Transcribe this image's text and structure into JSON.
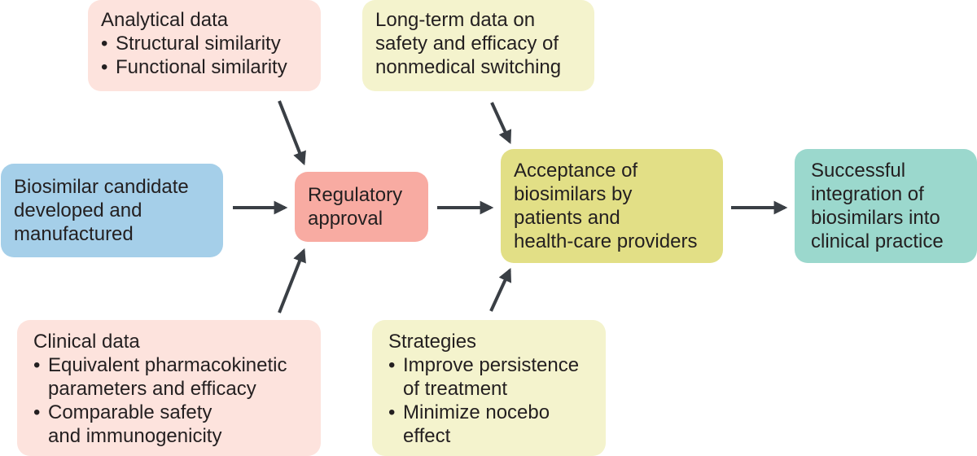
{
  "analytical": {
    "title": "Analytical data",
    "bullets": [
      "Structural similarity",
      "Functional similarity"
    ]
  },
  "longterm": {
    "lines": [
      "Long-term data on",
      "safety and efficacy of",
      "nonmedical switching"
    ]
  },
  "biosimilar": {
    "lines": [
      "Biosimilar candidate",
      "developed and",
      "manufactured"
    ]
  },
  "regulatory": {
    "lines": [
      "Regulatory",
      "approval"
    ]
  },
  "acceptance": {
    "lines": [
      "Acceptance of",
      "biosimilars by",
      "patients and",
      "health-care providers"
    ]
  },
  "successful": {
    "lines": [
      "Successful",
      "integration of",
      "biosimilars into",
      "clinical practice"
    ]
  },
  "clinical": {
    "title": "Clinical data",
    "bullets": [
      {
        "first": "Equivalent pharmacokinetic",
        "rest": "parameters and efficacy"
      },
      {
        "first": "Comparable safety",
        "rest": "and immunogenicity"
      }
    ]
  },
  "strategies": {
    "title": "Strategies",
    "bullets": [
      {
        "first": "Improve persistence",
        "rest": "of treatment"
      },
      {
        "first": "Minimize nocebo",
        "rest": "effect"
      }
    ]
  },
  "colors": {
    "analytical": "#fde3dd",
    "longterm": "#f4f3cd",
    "biosimilar": "#a5cfe9",
    "regulatory": "#f8aba2",
    "acceptance": "#e2df86",
    "successful": "#9bd8cd",
    "clinical": "#fde3dd",
    "strategies": "#f4f3cd",
    "arrow": "#3a3f45",
    "text": "#231f20"
  }
}
